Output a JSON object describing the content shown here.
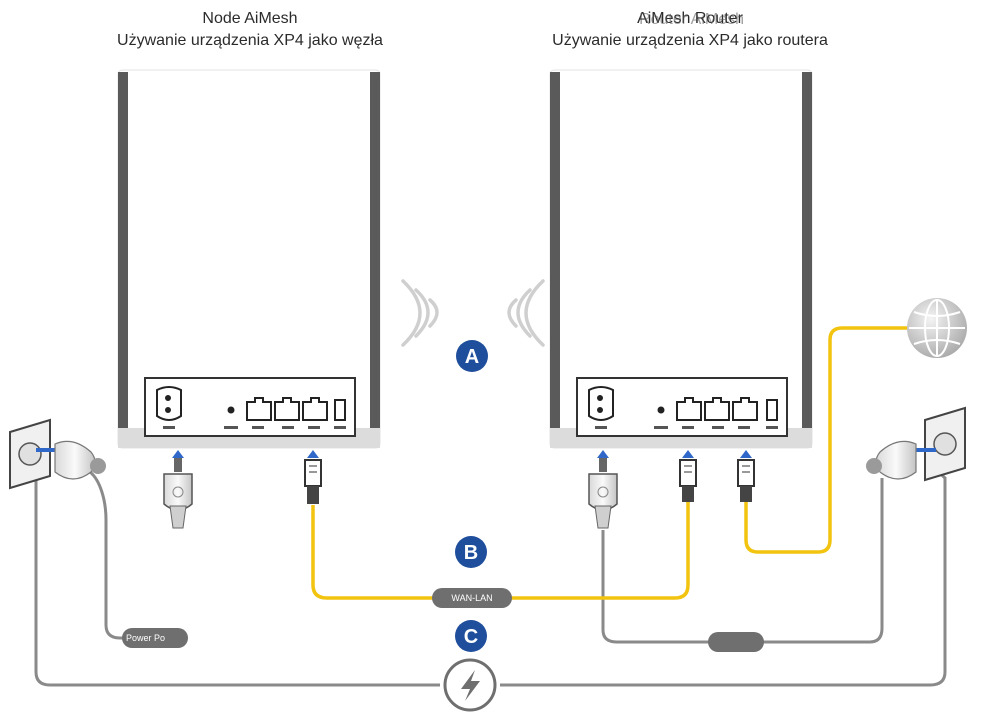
{
  "node": {
    "title": "Node AiMesh",
    "subtitle": "Używanie urządzenia XP4 jako węzła"
  },
  "router": {
    "title": "AiMesh Router",
    "title_overlay": "Router AiMesh",
    "subtitle": "Używanie urządzenia XP4 jako routera"
  },
  "markers": {
    "a": "A",
    "b": "B",
    "c": "C"
  },
  "labels": {
    "wan_lan": "WAN-LAN",
    "power": "Power Po"
  },
  "colors": {
    "marker": "#1f4e9c",
    "ethernet_cable": "#f2c40f",
    "power_cable": "#888888",
    "device_body": "#ffffff",
    "device_edge": "#5a5a5a"
  },
  "icons": [
    "wifi-waves-icon",
    "globe-icon",
    "power-outlet-icon",
    "power-plug-icon",
    "ethernet-plug-icon",
    "lightning-icon"
  ]
}
